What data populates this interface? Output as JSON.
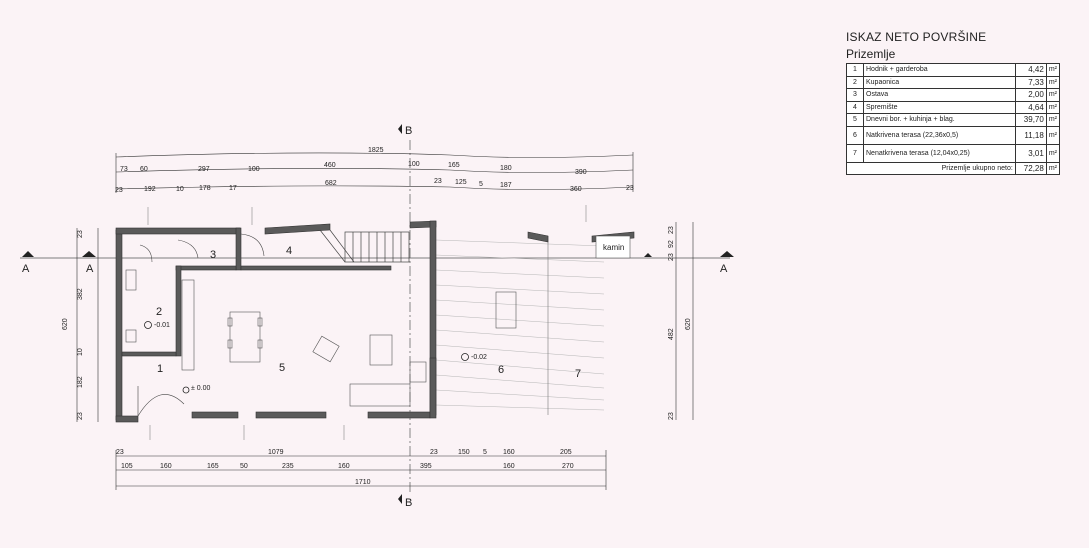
{
  "area_table": {
    "title": "ISKAZ NETO POVRŠINE",
    "floor": "Prizemlje",
    "unit": "m²",
    "rows": [
      {
        "no": "1",
        "name": "Hodnik + garderoba",
        "area": "4,42"
      },
      {
        "no": "2",
        "name": "Kupaonica",
        "area": "7,33"
      },
      {
        "no": "3",
        "name": "Ostava",
        "area": "2,00"
      },
      {
        "no": "4",
        "name": "Spremište",
        "area": "4,64"
      },
      {
        "no": "5",
        "name": "Dnevni bor. + kuhinja + blag.",
        "area": "39,70"
      },
      {
        "no": "6",
        "name": "Natkrivena terasa (22,36x0,5)",
        "area": "11,18"
      },
      {
        "no": "7",
        "name": "Nenatkrivena terasa (12,04x0,25)",
        "area": "3,01"
      }
    ],
    "total_label": "Prizemlje ukupno neto:",
    "total_value": "72,28"
  },
  "section_marks": {
    "a": "A",
    "b": "B"
  },
  "rooms": {
    "r1": "1",
    "r2": "2",
    "r3": "3",
    "r4": "4",
    "r5": "5",
    "r6": "6",
    "r7": "7",
    "kamin": "kamin"
  },
  "levels": {
    "l1": "-0.01",
    "l2": "± 0.00",
    "l3": "-0.02"
  },
  "dims_top": {
    "overall": "1825",
    "row2": [
      "73",
      "60",
      "297",
      "100",
      "460",
      "100",
      "165",
      "180",
      "390"
    ],
    "row3": [
      "23",
      "192",
      "10",
      "178",
      "17",
      "682",
      "23",
      "125",
      "5",
      "187",
      "360",
      "23"
    ]
  },
  "dims_bottom": {
    "row1": [
      "23",
      "1079",
      "23",
      "150",
      "5",
      "160",
      "205"
    ],
    "row2": [
      "105",
      "160",
      "165",
      "50",
      "235",
      "160",
      "395",
      "160",
      "270"
    ],
    "overall": "1710"
  },
  "dims_left": [
    "23",
    "382",
    "10",
    "182",
    "23",
    "620"
  ],
  "dims_right": [
    "23",
    "92",
    "23",
    "482",
    "23",
    "620"
  ],
  "colors": {
    "paper": "#fbf3f6",
    "wall": "#555555",
    "line": "#333333",
    "hatch": "#9a9a9a"
  }
}
